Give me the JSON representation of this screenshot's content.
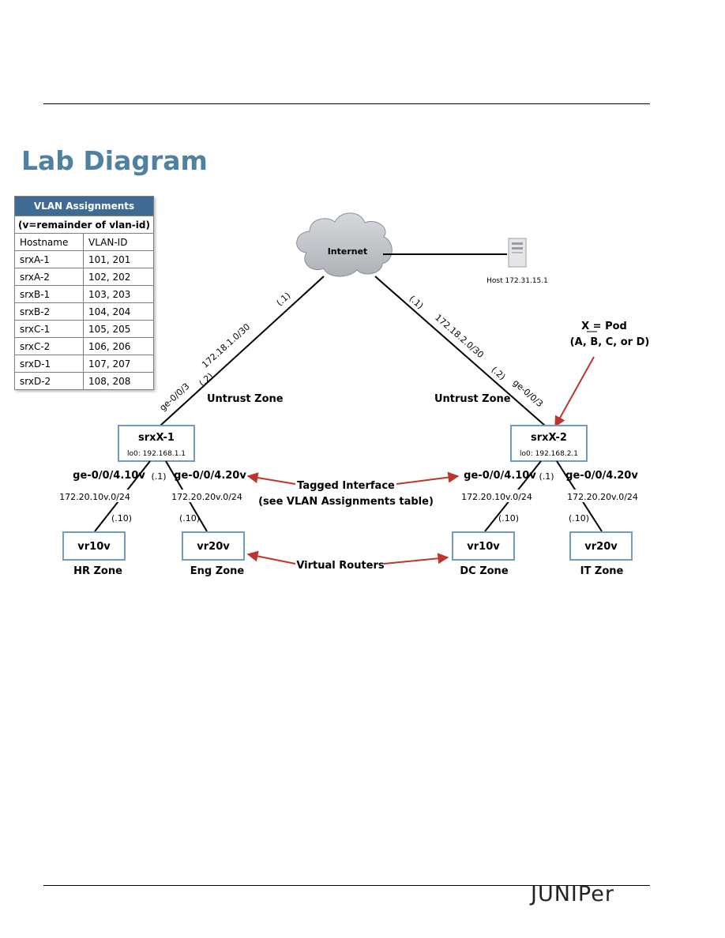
{
  "page": {
    "title": "Lab Diagram",
    "logo_text": "JUNIPer"
  },
  "vlan_table": {
    "title": "VLAN Assignments",
    "note": "(v=remainder of vlan-id)",
    "headers": [
      "Hostname",
      "VLAN-ID"
    ],
    "rows": [
      [
        "srxA-1",
        "101, 201"
      ],
      [
        "srxA-2",
        "102, 202"
      ],
      [
        "srxB-1",
        "103, 203"
      ],
      [
        "srxB-2",
        "104, 204"
      ],
      [
        "srxC-1",
        "105, 205"
      ],
      [
        "srxC-2",
        "106, 206"
      ],
      [
        "srxD-1",
        "107, 207"
      ],
      [
        "srxD-2",
        "108, 208"
      ]
    ]
  },
  "diagram": {
    "internet_label": "Internet",
    "host_label": "Host 172.31.15.1",
    "pod_label_line1": "X = Pod",
    "pod_label_line2": "(A, B, C, or D)",
    "left_link": {
      "subnet": "172.18.1.0/30",
      "upper_ip": "(.1)",
      "lower_ip": "(.2)",
      "interface": "ge-0/0/3"
    },
    "right_link": {
      "subnet": "172.18.2.0/30",
      "upper_ip": "(.1)",
      "lower_ip": "(.2)",
      "interface": "ge-0/0/3"
    },
    "untrust_left": "Untrust Zone",
    "untrust_right": "Untrust Zone",
    "srx1": {
      "name": "srxX-1",
      "lo0": "lo0: 192.168.1.1"
    },
    "srx2": {
      "name": "srxX-2",
      "lo0": "lo0: 192.168.2.1"
    },
    "left_if_a": "ge-0/0/4.10v",
    "left_if_b": "ge-0/0/4.20v",
    "left_if_ip": "(.1)",
    "right_if_a": "ge-0/0/4.10v",
    "right_if_b": "ge-0/0/4.20v",
    "right_if_ip": "(.1)",
    "tagged_line1": "Tagged Interface",
    "tagged_line2": "(see VLAN Assignments table)",
    "virtual_routers": "Virtual Routers",
    "subnet_l1": "172.20.10v.0/24",
    "subnet_l2": "172.20.20v.0/24",
    "subnet_r1": "172.20.10v.0/24",
    "subnet_r2": "172.20.20v.0/24",
    "vr_ip_l1": "(.10)",
    "vr_ip_l2": "(.10)",
    "vr_ip_r1": "(.10)",
    "vr_ip_r2": "(.10)",
    "vr_l1": "vr10v",
    "vr_l2": "vr20v",
    "vr_r1": "vr10v",
    "vr_r2": "vr20v",
    "zone_l1": "HR Zone",
    "zone_l2": "Eng Zone",
    "zone_r1": "DC Zone",
    "zone_r2": "IT Zone"
  },
  "colors": {
    "title": "#4f81a0",
    "table_header": "#3f6a94",
    "node_border": "#6f9cc0",
    "arrow": "#c0352b",
    "cloud": "#bfc3c8"
  }
}
